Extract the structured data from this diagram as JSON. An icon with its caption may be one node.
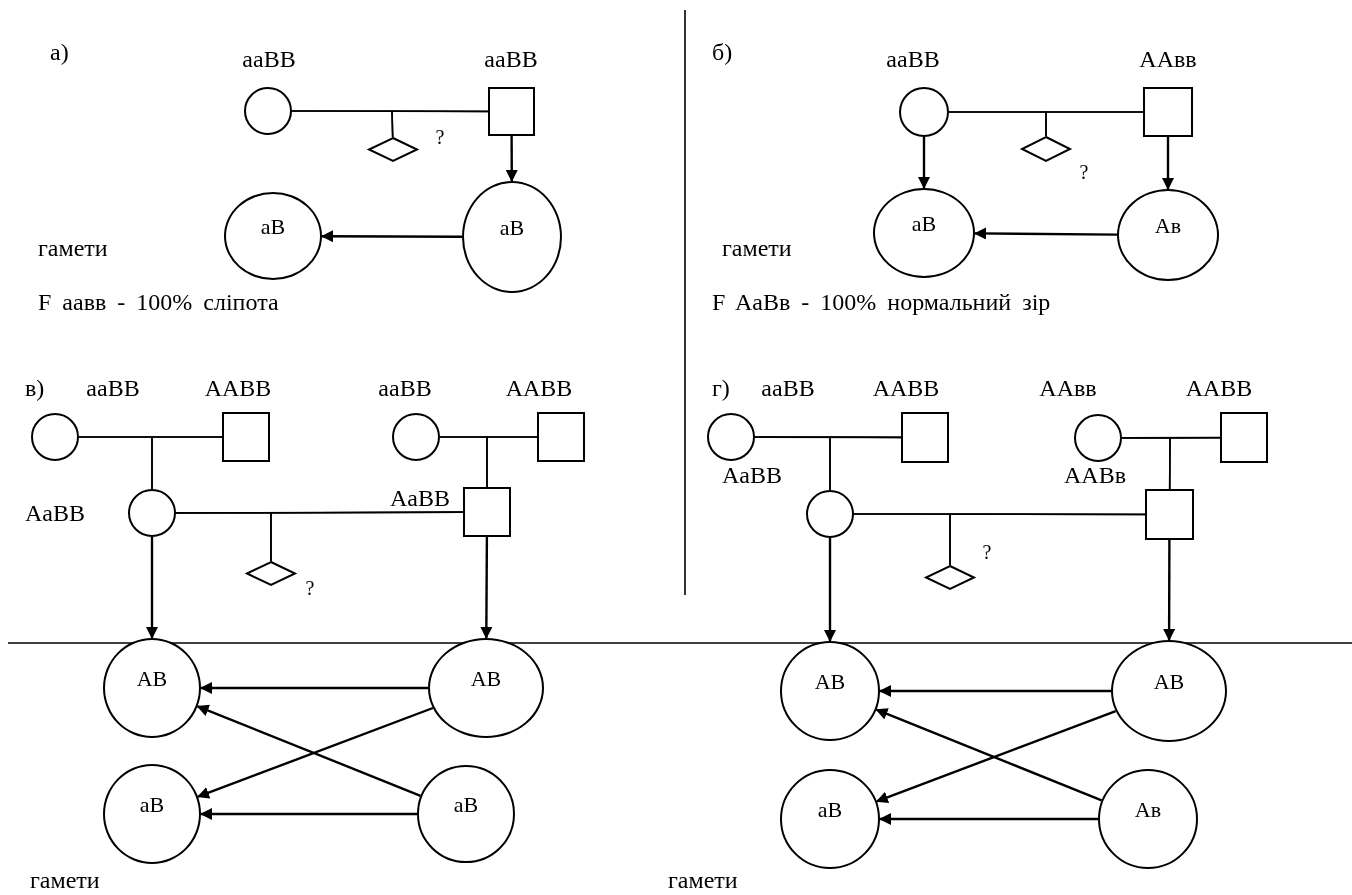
{
  "diagram": {
    "nodes": [
      {
        "text": [],
        "shape": "circle",
        "beside": [
          "aaBB"
        ]
      },
      {
        "text": [],
        "shape": "box",
        "beside": [
          "aaBB"
        ]
      },
      {
        "text": [],
        "shape": "diamond",
        "beside": [
          "?"
        ]
      },
      {
        "text": [
          "aB"
        ]
      },
      {
        "text": [
          "aB"
        ]
      },
      {
        "text": [],
        "shape": "circle",
        "beside": [
          "aaBB"
        ]
      },
      {
        "text": [],
        "shape": "box",
        "beside": [
          "AAвв"
        ]
      },
      {
        "text": [],
        "shape": "diamond",
        "beside": [
          "?"
        ]
      },
      {
        "text": [
          "aB"
        ]
      },
      {
        "text": [
          "Aв"
        ]
      },
      {
        "text": [],
        "shape": "circle",
        "beside": [
          "aaBB"
        ]
      },
      {
        "text": [],
        "shape": "box",
        "beside": [
          "AABB"
        ]
      },
      {
        "text": [],
        "shape": "circle",
        "beside": [
          "aaBB"
        ]
      },
      {
        "text": [],
        "shape": "box",
        "beside": [
          "AABB"
        ]
      },
      {
        "text": [],
        "shape": "circle",
        "beside": [
          "AaBB"
        ]
      },
      {
        "text": [],
        "shape": "box",
        "beside": [
          "AaBB"
        ]
      },
      {
        "text": [],
        "shape": "diamond",
        "beside": [
          "?"
        ]
      },
      {
        "text": [
          "AB"
        ]
      },
      {
        "text": [
          "AB"
        ]
      },
      {
        "text": [
          "aB"
        ]
      },
      {
        "text": [
          "aB"
        ]
      },
      {
        "text": [],
        "shape": "circle",
        "beside": [
          "aaBB"
        ]
      },
      {
        "text": [],
        "shape": "box",
        "beside": [
          "AABB"
        ]
      },
      {
        "text": [],
        "shape": "circle",
        "beside": [
          "AAвв"
        ]
      },
      {
        "text": [],
        "shape": "box",
        "beside": [
          "AABB"
        ]
      },
      {
        "text": [],
        "shape": "circle"
      },
      {
        "text": [],
        "shape": "box"
      },
      {
        "text": [],
        "shape": "diamond",
        "beside": [
          "?"
        ]
      },
      {
        "text": [
          "AB"
        ]
      },
      {
        "text": [
          "AB"
        ]
      },
      {
        "text": [
          "aB"
        ]
      },
      {
        "text": [
          "Aв"
        ]
      }
    ],
    "edges": [
      {
        "from": 0,
        "to": 1,
        "arrow": "none"
      },
      {
        "from": 0,
        "to": 2,
        "arrow": "none"
      },
      {
        "from": 1,
        "to": 2,
        "arrow": "none"
      },
      {
        "from": 1,
        "to": 4,
        "arrow": "to"
      },
      {
        "from": 4,
        "to": 3,
        "arrow": "to"
      },
      {
        "from": 5,
        "to": 6,
        "arrow": "none"
      },
      {
        "from": 5,
        "to": 7,
        "arrow": "none"
      },
      {
        "from": 6,
        "to": 7,
        "arrow": "none"
      },
      {
        "from": 5,
        "to": 8,
        "arrow": "to"
      },
      {
        "from": 6,
        "to": 9,
        "arrow": "to"
      },
      {
        "from": 9,
        "to": 8,
        "arrow": "to"
      },
      {
        "from": 10,
        "to": 11,
        "arrow": "none"
      },
      {
        "from": 10,
        "to": 14,
        "arrow": "none"
      },
      {
        "from": 11,
        "to": 14,
        "arrow": "none"
      },
      {
        "from": 12,
        "to": 13,
        "arrow": "none"
      },
      {
        "from": 12,
        "to": 15,
        "arrow": "none"
      },
      {
        "from": 13,
        "to": 15,
        "arrow": "none"
      },
      {
        "from": 14,
        "to": 15,
        "arrow": "none"
      },
      {
        "from": 14,
        "to": 16,
        "arrow": "none"
      },
      {
        "from": 15,
        "to": 16,
        "arrow": "none"
      },
      {
        "from": 14,
        "to": 17,
        "arrow": "to"
      },
      {
        "from": 15,
        "to": 18,
        "arrow": "to"
      },
      {
        "from": 18,
        "to": 17,
        "arrow": "to"
      },
      {
        "from": 18,
        "to": 19,
        "arrow": "to"
      },
      {
        "from": 20,
        "to": 17,
        "arrow": "to"
      },
      {
        "from": 20,
        "to": 19,
        "arrow": "to"
      },
      {
        "from": 21,
        "to": 22,
        "arrow": "none"
      },
      {
        "from": 21,
        "to": 25,
        "arrow": "none"
      },
      {
        "from": 22,
        "to": 25,
        "arrow": "none"
      },
      {
        "from": 23,
        "to": 24,
        "arrow": "none"
      },
      {
        "from": 23,
        "to": 26,
        "arrow": "none"
      },
      {
        "from": 24,
        "to": 26,
        "arrow": "none"
      },
      {
        "from": 25,
        "to": 26,
        "arrow": "none"
      },
      {
        "from": 25,
        "to": 27,
        "arrow": "none"
      },
      {
        "from": 26,
        "to": 27,
        "arrow": "none"
      },
      {
        "from": 25,
        "to": 28,
        "arrow": "to"
      },
      {
        "from": 26,
        "to": 29,
        "arrow": "to"
      },
      {
        "from": 29,
        "to": 28,
        "arrow": "to"
      },
      {
        "from": 29,
        "to": 30,
        "arrow": "to"
      },
      {
        "from": 31,
        "to": 28,
        "arrow": "to"
      },
      {
        "from": 31,
        "to": 30,
        "arrow": "to"
      }
    ],
    "labels": [
      "а)",
      "б)",
      "гамети",
      "гамети",
      "F аавв - 100% сліпота",
      "F AaBв - 100% нормальний зір",
      "в)",
      "г)",
      "AaBB",
      "AABв",
      "гамети",
      "гамети"
    ]
  }
}
